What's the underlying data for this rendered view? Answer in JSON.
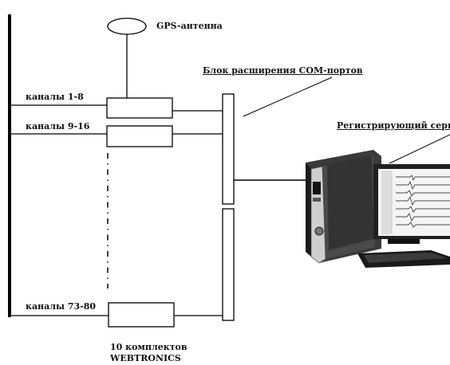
{
  "diagram": {
    "gps_label": "GPS-антенна",
    "expander_label": "Блок расширения COM-портов",
    "server_label": "Регистрирующий сервер",
    "channels": [
      {
        "label": "каналы 1-8"
      },
      {
        "label": "каналы 9-16"
      },
      {
        "label": "каналы 73-80"
      }
    ],
    "kits_line1": "10 комплектов",
    "kits_line2": "WEBTRONICS"
  }
}
